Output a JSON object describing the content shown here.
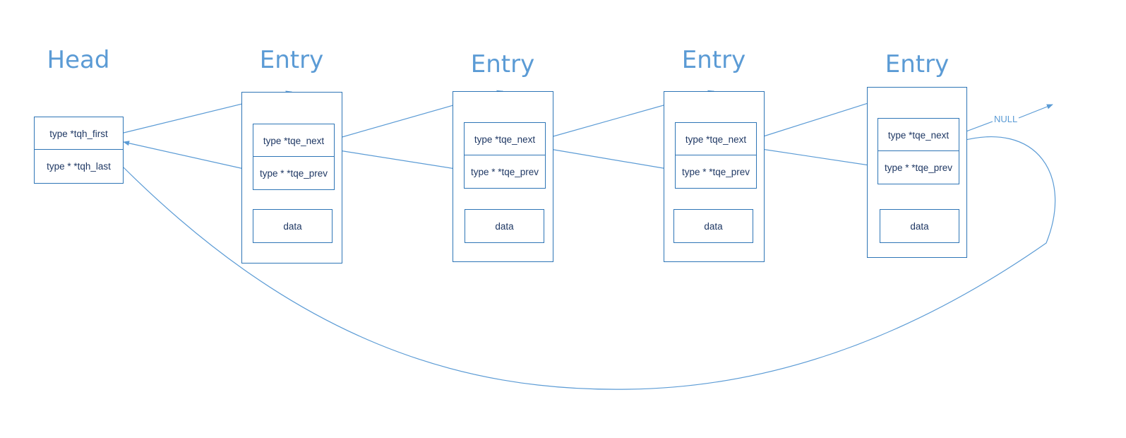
{
  "colors": {
    "accent": "#5B9BD5",
    "border": "#2E75B6",
    "text": "#1F3864"
  },
  "head": {
    "title": "Head",
    "fields": [
      "type *tqh_first",
      "type * *tqh_last"
    ]
  },
  "entries": [
    {
      "title": "Entry",
      "next": "type *tqe_next",
      "prev": "type * *tqe_prev",
      "data": "data"
    },
    {
      "title": "Entry",
      "next": "type *tqe_next",
      "prev": "type * *tqe_prev",
      "data": "data"
    },
    {
      "title": "Entry",
      "next": "type *tqe_next",
      "prev": "type * *tqe_prev",
      "data": "data"
    },
    {
      "title": "Entry",
      "next": "type *tqe_next",
      "prev": "type * *tqe_prev",
      "data": "data"
    }
  ],
  "null_label": "NULL"
}
